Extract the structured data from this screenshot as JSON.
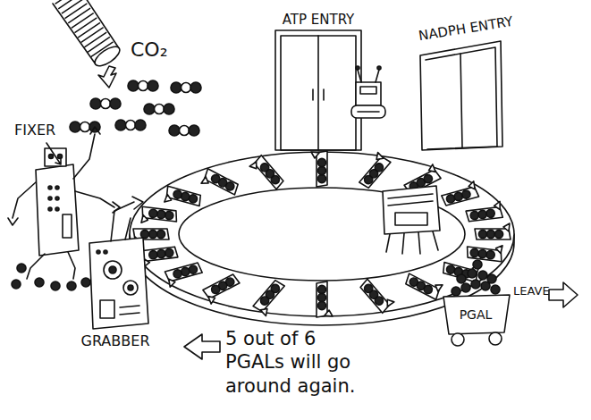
{
  "diagram": {
    "nodes": [
      {
        "text": [
          "ATP ENTRY"
        ]
      },
      {
        "text": [
          "NADPH ENTRY"
        ]
      },
      {
        "text": [
          "PGAL"
        ]
      }
    ],
    "labels": [
      "CO₂",
      "FIXER",
      "GRABBER",
      "LEAVE",
      "5 out of 6 PGALs will go around again."
    ]
  }
}
